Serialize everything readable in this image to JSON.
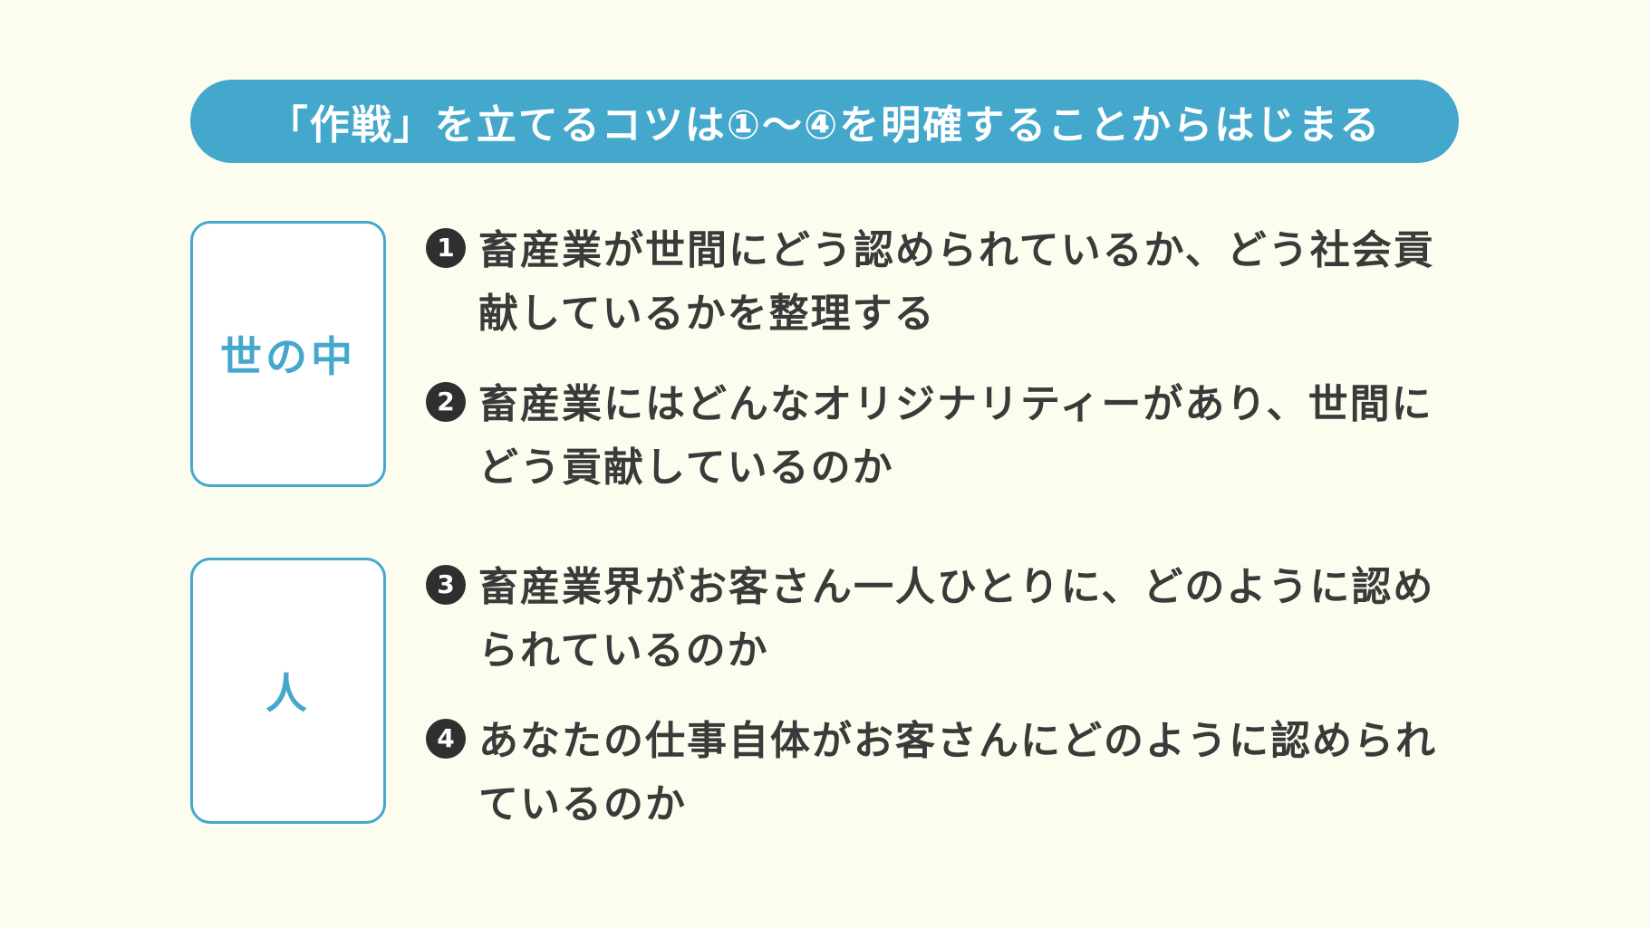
{
  "title": "「作戦」を立てるコツは①〜④を明確することからはじまる",
  "accent_color": "#44a8cc",
  "background_color": "#fdfdef",
  "categories": [
    {
      "label": "世の中"
    },
    {
      "label": "人"
    }
  ],
  "points": [
    {
      "num": "1",
      "text": "畜産業が世間にどう認められているか、どう社会貢献しているかを整理する"
    },
    {
      "num": "2",
      "text": "畜産業にはどんなオリジナリティーがあり、世間にどう貢献しているのか"
    },
    {
      "num": "3",
      "text": "畜産業界がお客さん一人ひとりに、どのように認められているのか"
    },
    {
      "num": "4",
      "text": "あなたの仕事自体がお客さんにどのように認められているのか"
    }
  ]
}
